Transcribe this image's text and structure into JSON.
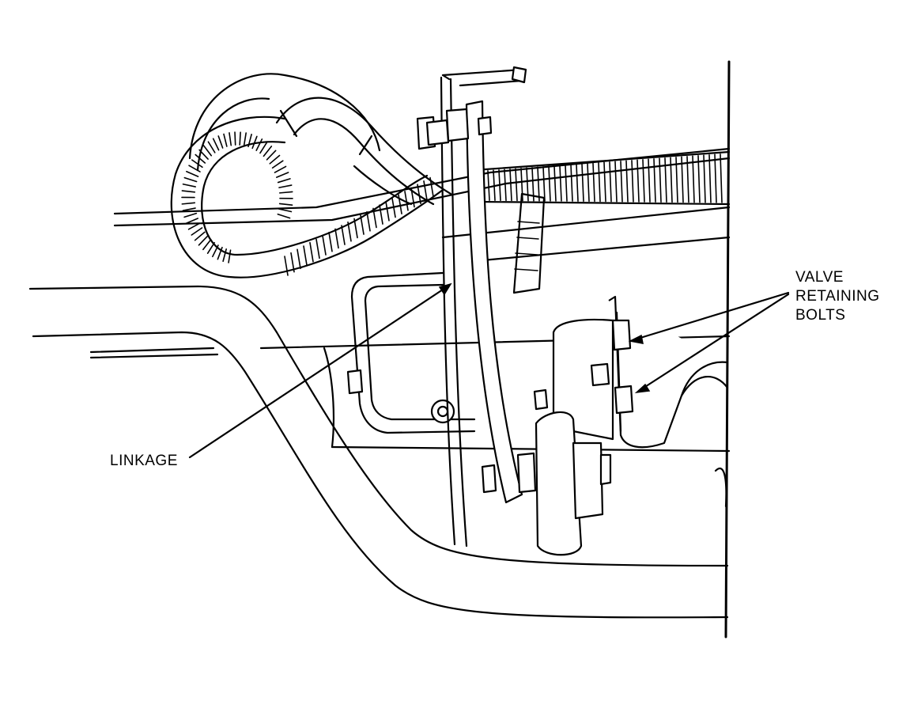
{
  "diagram": {
    "labels": {
      "linkage": "LINKAGE",
      "valve_retaining_bolts": [
        "VALVE",
        "RETAINING",
        "BOLTS"
      ]
    },
    "colors": {
      "ink": "#000000",
      "paper": "#ffffff"
    }
  }
}
